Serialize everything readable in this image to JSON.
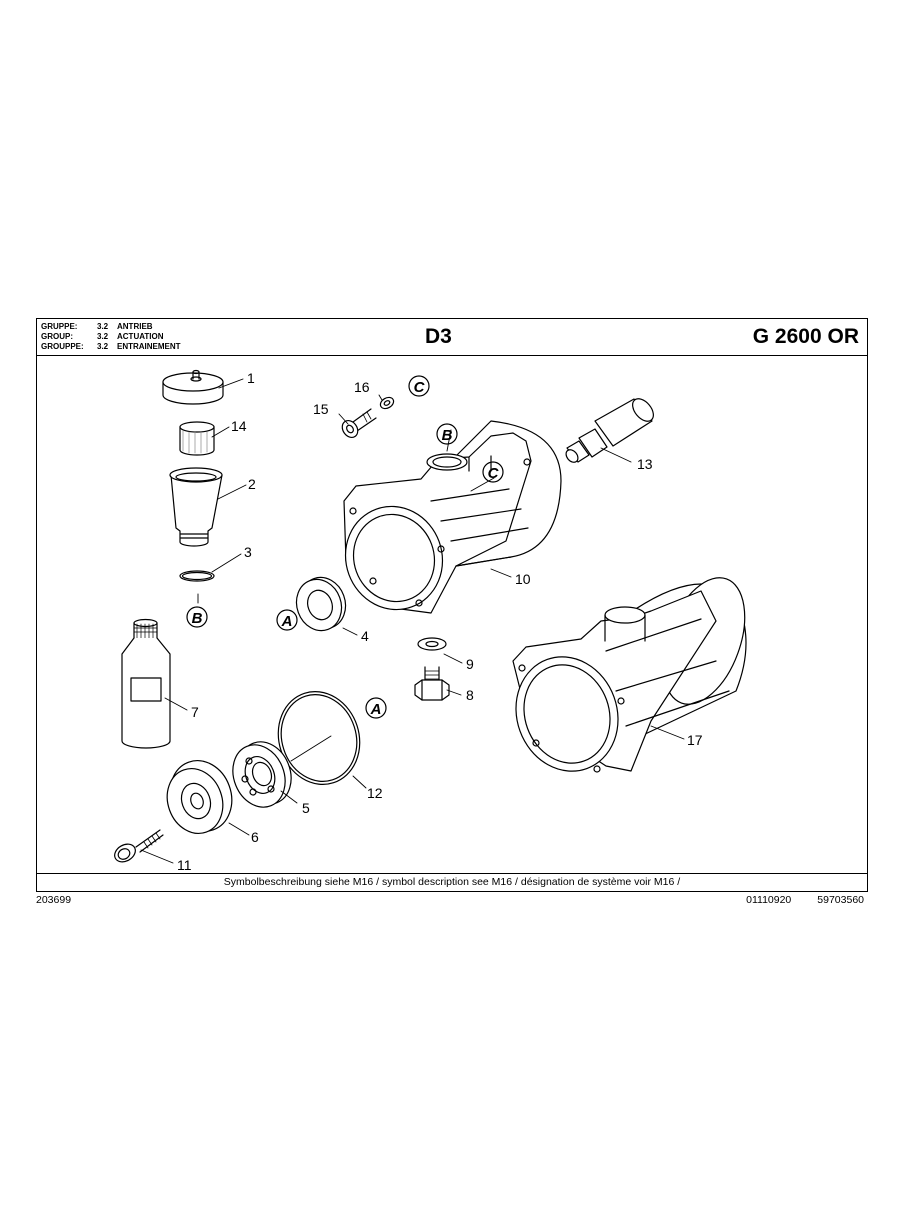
{
  "header": {
    "group_rows": [
      {
        "key": "GRUPPE:",
        "num": "3.2",
        "name": "ANTRIEB"
      },
      {
        "key": "GROUP:",
        "num": "3.2",
        "name": "ACTUATION"
      },
      {
        "key": "GROUPPE:",
        "num": "3.2",
        "name": "ENTRAINEMENT"
      }
    ],
    "page_code": "D3",
    "model": "G 2600 OR"
  },
  "callouts": [
    "1",
    "14",
    "2",
    "3",
    "16",
    "15",
    "13",
    "10",
    "4",
    "9",
    "8",
    "7",
    "12",
    "5",
    "6",
    "11",
    "17"
  ],
  "markers": [
    "C",
    "B",
    "C",
    "B",
    "A",
    "A"
  ],
  "footer": {
    "note": "Symbolbeschreibung siehe M16 / symbol description see M16 / désignation de système voir M16 /",
    "doc_left": "203699",
    "doc_mid": "01110920",
    "doc_right": "59703560"
  }
}
